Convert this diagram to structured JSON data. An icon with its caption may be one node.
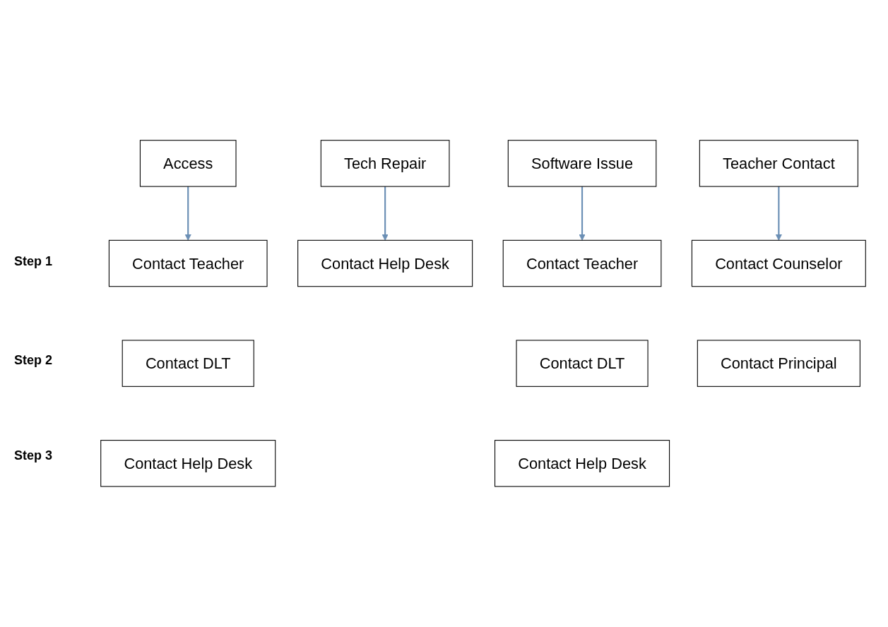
{
  "diagram": {
    "nodes": [
      {
        "text": [
          "Access"
        ]
      },
      {
        "text": [
          "Tech Repair"
        ]
      },
      {
        "text": [
          "Software Issue"
        ]
      },
      {
        "text": [
          "Teacher Contact"
        ]
      },
      {
        "text": [
          "Contact Teacher"
        ]
      },
      {
        "text": [
          "Contact Help Desk"
        ]
      },
      {
        "text": [
          "Contact Teacher"
        ]
      },
      {
        "text": [
          "Contact Counselor"
        ]
      },
      {
        "text": [
          "Contact DLT"
        ]
      },
      {
        "text": [
          "Contact DLT"
        ]
      },
      {
        "text": [
          "Contact Principal"
        ]
      },
      {
        "text": [
          "Contact Help Desk"
        ]
      },
      {
        "text": [
          "Contact Help Desk"
        ]
      }
    ],
    "edges": [
      {
        "from": 0,
        "to": 4,
        "arrow": "to"
      },
      {
        "from": 1,
        "to": 5,
        "arrow": "to"
      },
      {
        "from": 2,
        "to": 6,
        "arrow": "to"
      },
      {
        "from": 3,
        "to": 7,
        "arrow": "to"
      }
    ],
    "labels": [
      "Step 1",
      "Step 2",
      "Step 3"
    ]
  }
}
